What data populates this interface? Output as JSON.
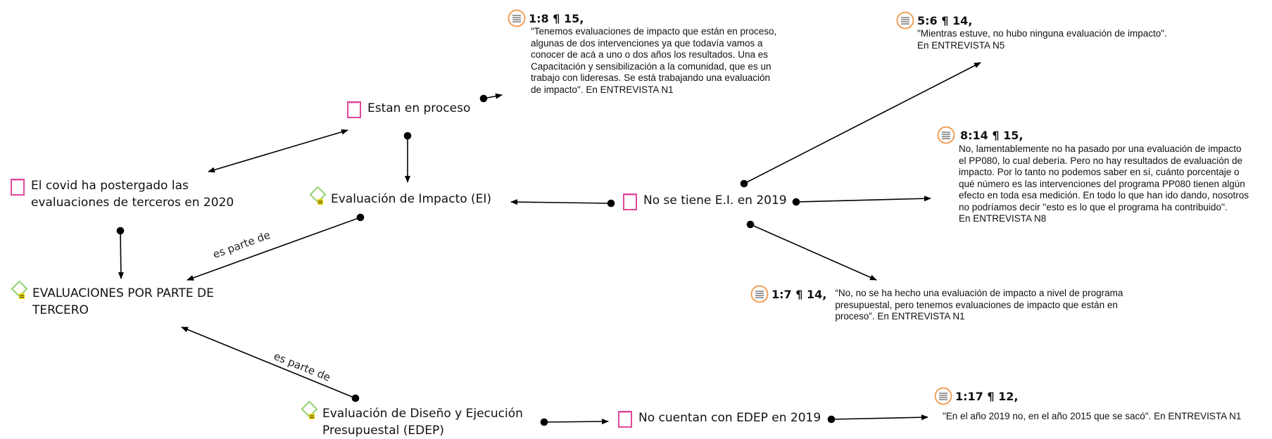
{
  "nodes": {
    "covid": {
      "label_line1": "El covid ha postergado las",
      "label_line2": "evaluaciones de terceros en 2020",
      "icon": "memo-icon"
    },
    "en_proceso": {
      "label": "Estan en proceso",
      "icon": "memo-icon"
    },
    "ei": {
      "label": "Evaluación de Impacto (EI)",
      "icon": "code-icon"
    },
    "terceros": {
      "label_line1": "EVALUACIONES POR PARTE DE",
      "label_line2": "TERCERO",
      "icon": "code-icon"
    },
    "no_ei_2019": {
      "label": "No se tiene E.I. en 2019",
      "icon": "memo-icon"
    },
    "edep": {
      "label_line1": "Evaluación de Diseño y Ejecución",
      "label_line2": "Presupuestal (EDEP)",
      "icon": "code-icon"
    },
    "no_edep_2019": {
      "label": "No cuentan con EDEP en 2019",
      "icon": "memo-icon"
    }
  },
  "quotes": {
    "q1_8": {
      "ref": "1:8 ¶ 15,",
      "lines": [
        "\"Tenemos evaluaciones de impacto que están en proceso,",
        "algunas de dos intervenciones ya que todavía vamos a",
        "conocer de acá a uno o dos años los resultados. Una es",
        "Capacitación y sensibilización a la comunidad, que es un",
        "trabajo con lideresas. Se está trabajando una evaluación",
        "de impacto\". En ENTREVISTA N1"
      ],
      "icon": "quotation-icon"
    },
    "q5_6": {
      "ref": "5:6 ¶ 14,",
      "lines": [
        "\"Mientras estuve, no hubo ninguna evaluación de impacto\".",
        "En ENTREVISTA N5"
      ],
      "icon": "quotation-icon"
    },
    "q8_14": {
      "ref": "8:14 ¶ 15,",
      "lines": [
        "No, lamentablemente no ha pasado por una evaluación de impacto",
        "el PP080, lo cual debería. Pero no hay resultados de evaluación de",
        "impacto. Por lo tanto no podemos saber en sí, cuánto porcentaje o",
        "qué número es las intervenciones del programa PP080 tienen algún",
        "efecto en toda esa medición. En todo lo que han ido dando, nosotros",
        "no podríamos decir ''esto es lo que el programa ha contribuido''.",
        "En ENTREVISTA N8"
      ],
      "icon": "quotation-icon"
    },
    "q1_7": {
      "ref": "1:7 ¶ 14,",
      "lines": [
        "“No, no se ha hecho una evaluación de impacto a nivel de programa",
        "presupuestal, pero tenemos evaluaciones de impacto que están en",
        "proceso”. En ENTREVISTA N1"
      ],
      "icon": "quotation-icon"
    },
    "q1_17": {
      "ref": "1:17 ¶ 12,",
      "lines": [
        "\"En el año 2019 no, en el año 2015 que se sacó\". En ENTREVISTA N1"
      ],
      "icon": "quotation-icon"
    }
  },
  "edge_labels": {
    "ei_parte": "es parte de",
    "edep_parte": "es parte de"
  },
  "colors": {
    "memo": "#e0479b",
    "code_outline": "#8fd16f",
    "code_badge": "#f2d600",
    "quote_ring": "#f0a05a",
    "quote_lines": "#7a7a7a",
    "edge": "#000000"
  }
}
